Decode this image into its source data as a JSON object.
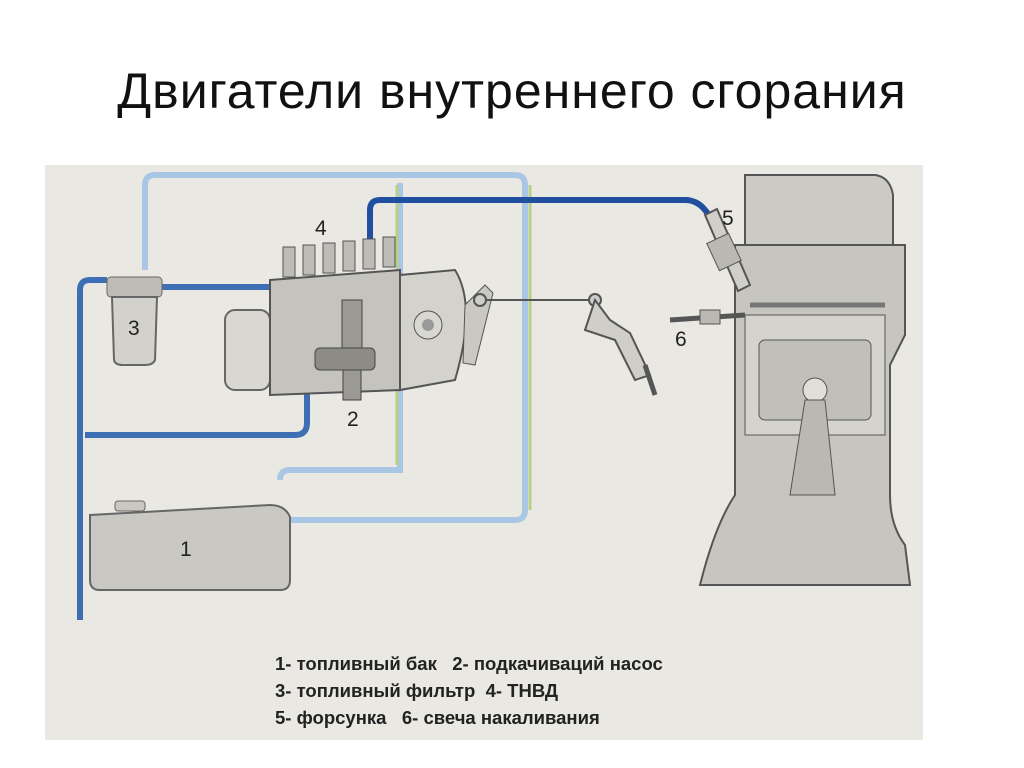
{
  "slide": {
    "title": "Двигатели внутреннего сгорания"
  },
  "diagram": {
    "labels": {
      "tank": "1",
      "pump": "2",
      "filter": "3",
      "hpfp": "4",
      "injector": "5",
      "glow_plug": "6"
    },
    "legend": [
      "1- топливный бак   2- подкачиваций насос",
      "3- топливный фильтр  4- ТНВД",
      "5- форсунка   6- свеча накаливания"
    ],
    "colors": {
      "pipe_low": "#3e6fb5",
      "pipe_high": "#1f4f9e",
      "pipe_return": "#9fc3e6",
      "body": "#c9c8c2",
      "outline": "#555"
    }
  }
}
